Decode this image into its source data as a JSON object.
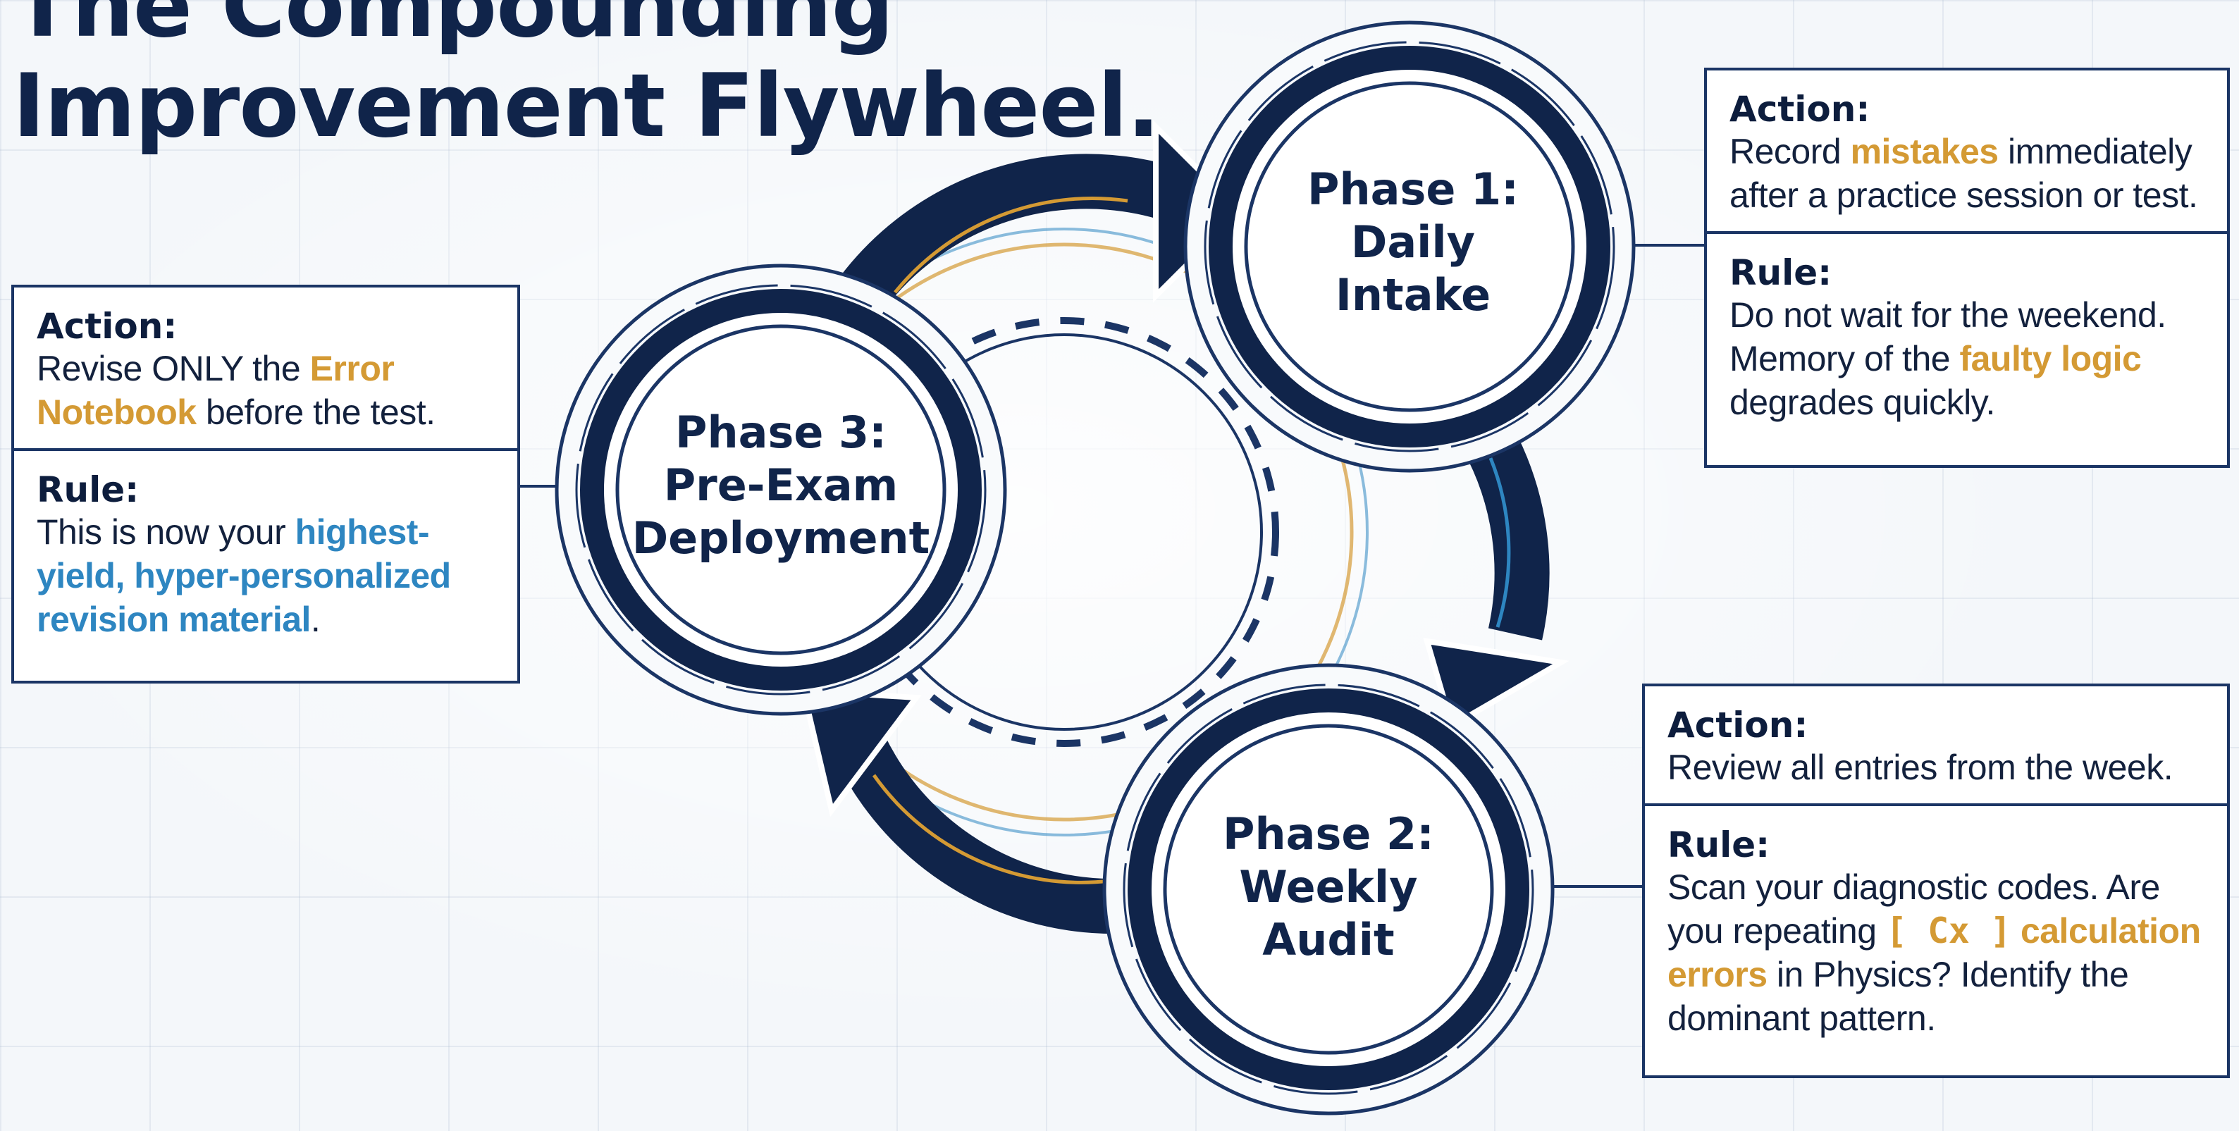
{
  "title": {
    "line1": "The Compounding",
    "line2": "Improvement Flywheel."
  },
  "phases": [
    {
      "line1": "Phase 1:",
      "line2": "Daily",
      "line3": "Intake"
    },
    {
      "line1": "Phase 2:",
      "line2": "Weekly",
      "line3": "Audit"
    },
    {
      "line1": "Phase 3:",
      "line2": "Pre-Exam",
      "line3": "Deployment"
    }
  ],
  "cards": {
    "phase1": {
      "action_title": "Action:",
      "action_text": {
        "a": "Record ",
        "hl": "mistakes",
        "b": " immediately after a practice session or test."
      },
      "rule_title": "Rule:",
      "rule_text": {
        "a": "Do not wait for the weekend. Memory of the ",
        "hl": "faulty logic",
        "b": " degrades quickly."
      }
    },
    "phase2": {
      "action_title": "Action:",
      "action_text": "Review all entries from the week.",
      "rule_title": "Rule:",
      "rule_text": {
        "a": "Scan your diagnostic codes. Are you repeating ",
        "code": "[ Cx ]",
        "hl": "calculation errors",
        "b": " in Physics? Identify the dominant pattern."
      }
    },
    "phase3": {
      "action_title": "Action:",
      "action_text": {
        "a": "Revise ONLY the ",
        "hl": "Error Notebook",
        "b": " before the test."
      },
      "rule_title": "Rule:",
      "rule_text": {
        "a": "This is now your ",
        "hl": "highest-yield, hyper-personalized revision material",
        "b": "."
      }
    }
  },
  "colors": {
    "navy": "#10244a",
    "ring": "#1b3565",
    "gold": "#d49a34",
    "blue": "#2e86c1",
    "background": "#f4f7fa"
  },
  "icons": [
    "flow-arrow-icon",
    "gear-teeth-icon"
  ]
}
